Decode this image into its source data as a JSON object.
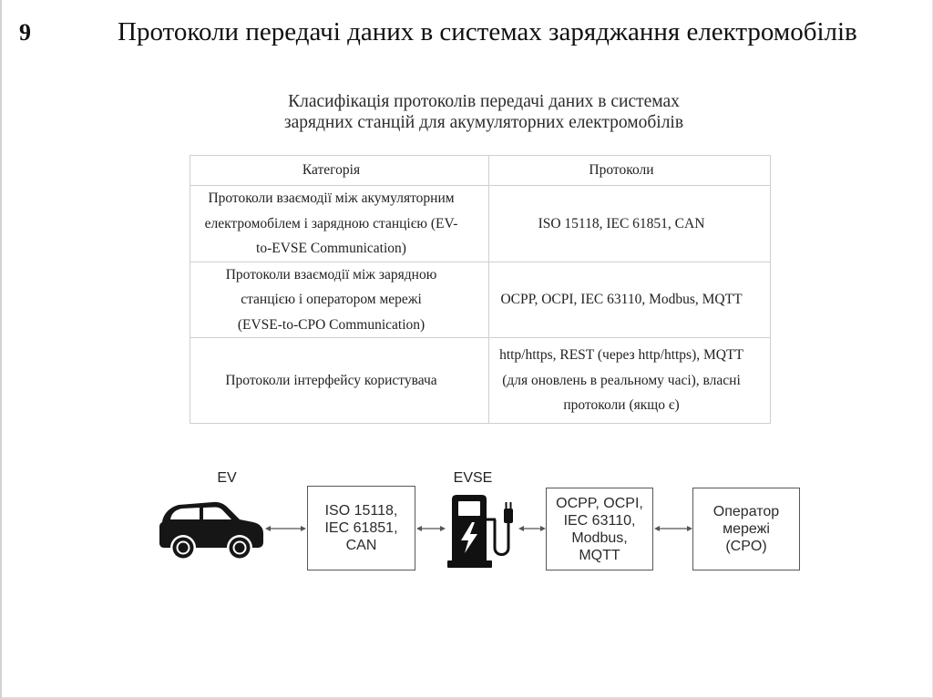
{
  "slide": {
    "number": "9",
    "title": "Протоколи передачі даних в системах заряджання електромобілів"
  },
  "caption": {
    "lines": [
      "Класифікація протоколів передачі даних в системах",
      "зарядних станцій для акумуляторних електромобілів"
    ]
  },
  "table": {
    "headers": {
      "category": "Категорія",
      "protocols": "Протоколи"
    },
    "rows": [
      {
        "category": [
          "Протоколи взаємодії між акумуляторним",
          "електромобілем і зарядною станцією (EV-",
          "to-EVSE Communication)"
        ],
        "protocols": [
          "ISO 15118, IEC 61851, CAN"
        ]
      },
      {
        "category": [
          "Протоколи взаємодії між зарядною",
          "станцією і оператором мережі",
          "(EVSE-to-CPO Communication)"
        ],
        "protocols": [
          "OCPP, OCPI, IEC 63110, Modbus, MQTT"
        ]
      },
      {
        "category": [
          "Протоколи інтерфейсу користувача"
        ],
        "protocols": [
          "http/https, REST (через http/https), MQTT",
          "(для оновлень в реальному часі), власні",
          "протоколи (якщо є)"
        ]
      }
    ]
  },
  "diagram": {
    "ev": {
      "label": "EV",
      "icon": "car-icon"
    },
    "ev_evse_protocols": {
      "lines": [
        "ISO 15118,",
        "IEC 61851,",
        "CAN"
      ]
    },
    "evse": {
      "label": "EVSE",
      "icon": "ev-charger-icon"
    },
    "evse_cpo_protocols": {
      "lines": [
        "OCPP, OCPI,",
        "IEC 63110,",
        "Modbus,",
        "MQTT"
      ]
    },
    "operator": {
      "lines": [
        "Оператор",
        "мережі",
        "(CPO)"
      ]
    }
  }
}
